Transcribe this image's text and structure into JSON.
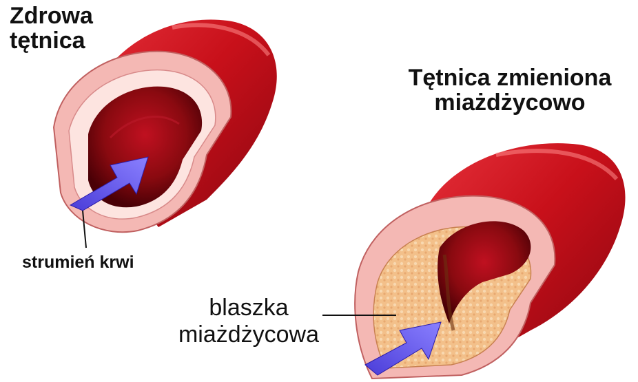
{
  "healthy": {
    "title_line1": "Zdrowa",
    "title_line2": "tętnica",
    "blood_flow_label": "strumień krwi"
  },
  "diseased": {
    "title_line1": "Tętnica zmieniona",
    "title_line2": "miażdżycowo",
    "plaque_line1": "blaszka",
    "plaque_line2": "miażdżycowa"
  },
  "colors": {
    "artery_outer": "#c8101a",
    "artery_dark": "#7a0008",
    "lumen": "#8a0a10",
    "wall_pink": "#f4b8b4",
    "wall_light": "#fde4e0",
    "plaque": "#f3c08a",
    "arrow": "#6a58f0"
  }
}
